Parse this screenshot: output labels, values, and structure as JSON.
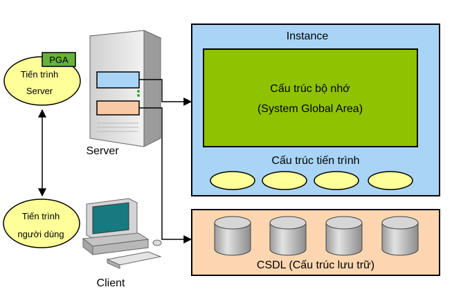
{
  "labels": {
    "pga": "PGA",
    "server_process_line1": "Tiến trình",
    "server_process_line2": "Server",
    "user_process_line1": "Tiến trình",
    "user_process_line2": "người dùng",
    "server": "Server",
    "client": "Client",
    "instance": "Instance",
    "memory_title": "Cấu trúc bộ nhớ",
    "memory_subtitle": "(System Global Area)",
    "process_structure": "Cấu trúc tiến trình",
    "database": "CSDL (Cấu trúc lưu trữ)"
  },
  "colors": {
    "instance_fill": "#a9d4f5",
    "memory_fill": "#8fc200",
    "pga_fill": "#66b23a",
    "ellipse_fill": "#ffff99",
    "database_fill": "#fcd6b0",
    "slot_blue": "#a9d4f5",
    "slot_orange": "#f7c9a5",
    "cylinder_fill": "#c8c8c8"
  },
  "icons": {
    "server": "server-tower-icon",
    "client": "desktop-computer-icon",
    "database": "database-cylinder-icon"
  }
}
